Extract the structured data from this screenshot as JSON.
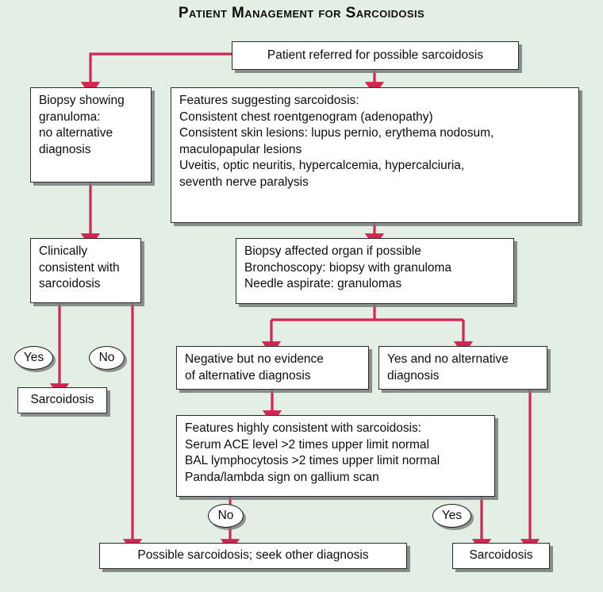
{
  "page": {
    "title": "Patient Management for Sarcoidosis",
    "background_color": "#e3efe5",
    "connector_color": "#d2254f",
    "box_fill": "#ffffff",
    "box_border": "#2b2b2b"
  },
  "nodes": {
    "referral": "Patient referred for possible sarcoidosis",
    "biopsy_granuloma": "Biopsy showing\ngranuloma:\nno alternative\ndiagnosis",
    "features_suggesting": "Features suggesting sarcoidosis:\nConsistent chest roentgenogram (adenopathy)\nConsistent skin lesions: lupus pernio, erythema nodosum,\nmaculopapular lesions\nUveitis, optic neuritis, hypercalcemia, hypercalciuria,\nseventh nerve paralysis",
    "clinically_consistent": "Clinically\nconsistent with\nsarcoidosis",
    "biopsy_affected_organ": "Biopsy affected organ if possible\nBronchoscopy: biopsy with granuloma\nNeedle aspirate: granulomas",
    "negative_no_evidence": "Negative but no evidence\nof alternative diagnosis",
    "yes_no_alternative": "Yes and no alternative\ndiagnosis",
    "features_highly_consistent": "Features highly consistent with sarcoidosis:\nSerum ACE level >2 times upper limit normal\nBAL lymphocytosis >2 times upper limit normal\nPanda/lambda sign on gallium scan",
    "sarcoidosis_left": "Sarcoidosis",
    "possible_sarcoidosis": "Possible sarcoidosis; seek other diagnosis",
    "sarcoidosis_bottom": "Sarcoidosis"
  },
  "labels": {
    "yes_upper": "Yes",
    "no_upper": "No",
    "no_lower": "No",
    "yes_lower": "Yes"
  }
}
